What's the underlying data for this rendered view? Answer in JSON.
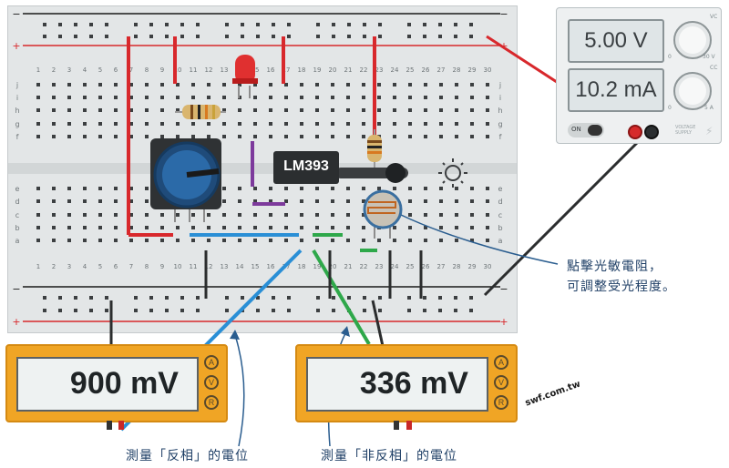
{
  "psu": {
    "voltage": "5.00 V",
    "current": "10.2 mA",
    "power_label": "ON",
    "vc_label": "VC",
    "cc_label": "CC",
    "v_scale": "30 V",
    "a_scale": "5 A",
    "v_min": "0",
    "a_min": "0",
    "brand": "VOLTAGE SUPPLY"
  },
  "chip": {
    "label": "LM393"
  },
  "breadboard": {
    "top_rows": [
      "j",
      "i",
      "h",
      "g",
      "f"
    ],
    "bottom_rows": [
      "e",
      "d",
      "c",
      "b",
      "a"
    ],
    "columns": [
      "1",
      "2",
      "3",
      "4",
      "5",
      "6",
      "7",
      "8",
      "9",
      "10",
      "11",
      "12",
      "13",
      "14",
      "15",
      "16",
      "17",
      "18",
      "19",
      "20",
      "21",
      "22",
      "23",
      "24",
      "25",
      "26",
      "27",
      "28",
      "29",
      "30"
    ],
    "minus": "−",
    "plus": "+"
  },
  "meter_left": {
    "reading": "900 mV",
    "btn_a": "A",
    "btn_v": "V",
    "btn_r": "R"
  },
  "meter_right": {
    "reading": "336 mV",
    "btn_a": "A",
    "btn_v": "V",
    "btn_r": "R"
  },
  "annotations": {
    "ldr_line1": "點擊光敏電阻，",
    "ldr_line2": "可調整受光程度。",
    "left_meter": "測量「反相」的電位",
    "right_meter": "測量「非反相」的電位",
    "watermark_1": "swf",
    "watermark_2": ".com",
    "watermark_3": ".tw"
  }
}
